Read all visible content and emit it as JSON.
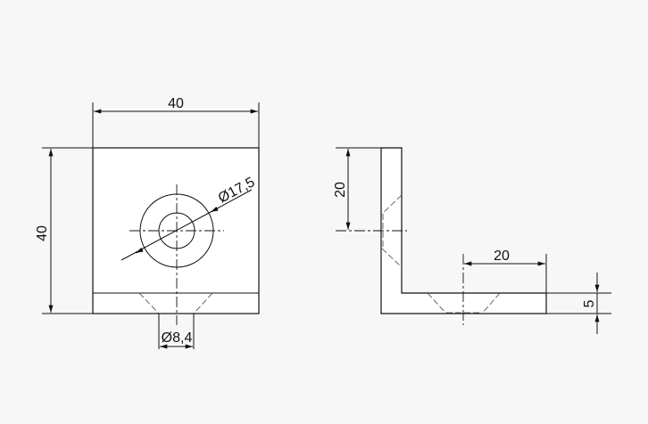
{
  "front_view": {
    "width_dim": "40",
    "height_dim": "40",
    "counterbore_dim": "Ø17,5",
    "hole_dim": "Ø8,4"
  },
  "side_view": {
    "vertical_hole_pos_dim": "20",
    "horizontal_hole_pos_dim": "20",
    "thickness_dim": "5"
  }
}
